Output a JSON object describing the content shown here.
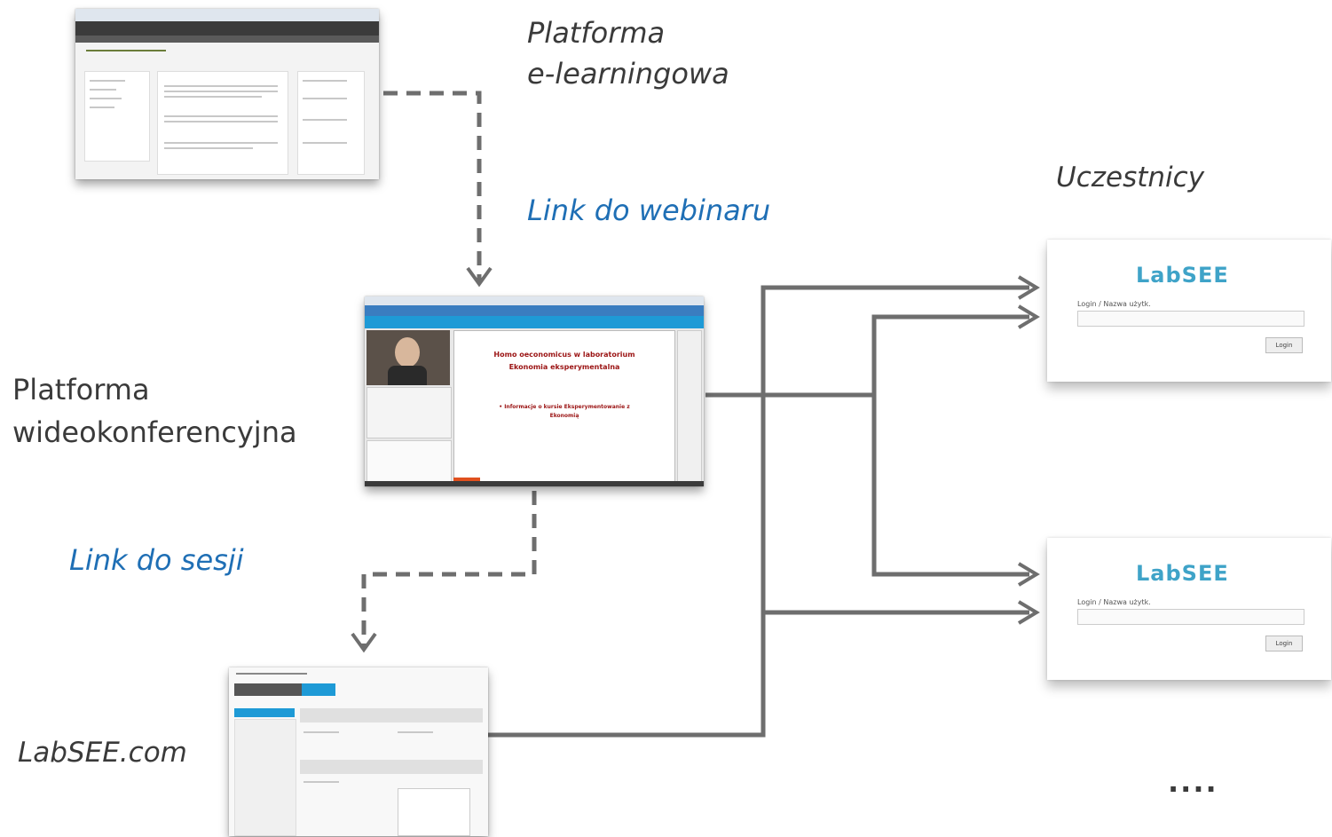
{
  "labels": {
    "elearning_line1": "Platforma",
    "elearning_line2": "e-learningowa",
    "webinar_link": "Link do webinaru",
    "participants": "Uczestnicy",
    "videoconf_line1": "Platforma",
    "videoconf_line2": "wideokonferencyjna",
    "session_link": "Link do sesji",
    "labsee": "LabSEE.com",
    "ellipsis": "...."
  },
  "slide": {
    "title_line1": "Homo oeconomicus w laboratorium",
    "title_line2": "Ekonomia eksperymentalna",
    "bullet_line1": "• Informacje o kursie Eksperymentowanie z",
    "bullet_line2": "Ekonomią"
  },
  "login_box": {
    "logo": "LabSEE",
    "field_label": "Login / Nazwa użytk.",
    "button": "Login"
  },
  "colors": {
    "label": "#3a3a3a",
    "link": "#1f6fb5",
    "connector": "#6e6e6e",
    "slide_text": "#9b1414",
    "accent_bar": "#1e9ad6"
  }
}
